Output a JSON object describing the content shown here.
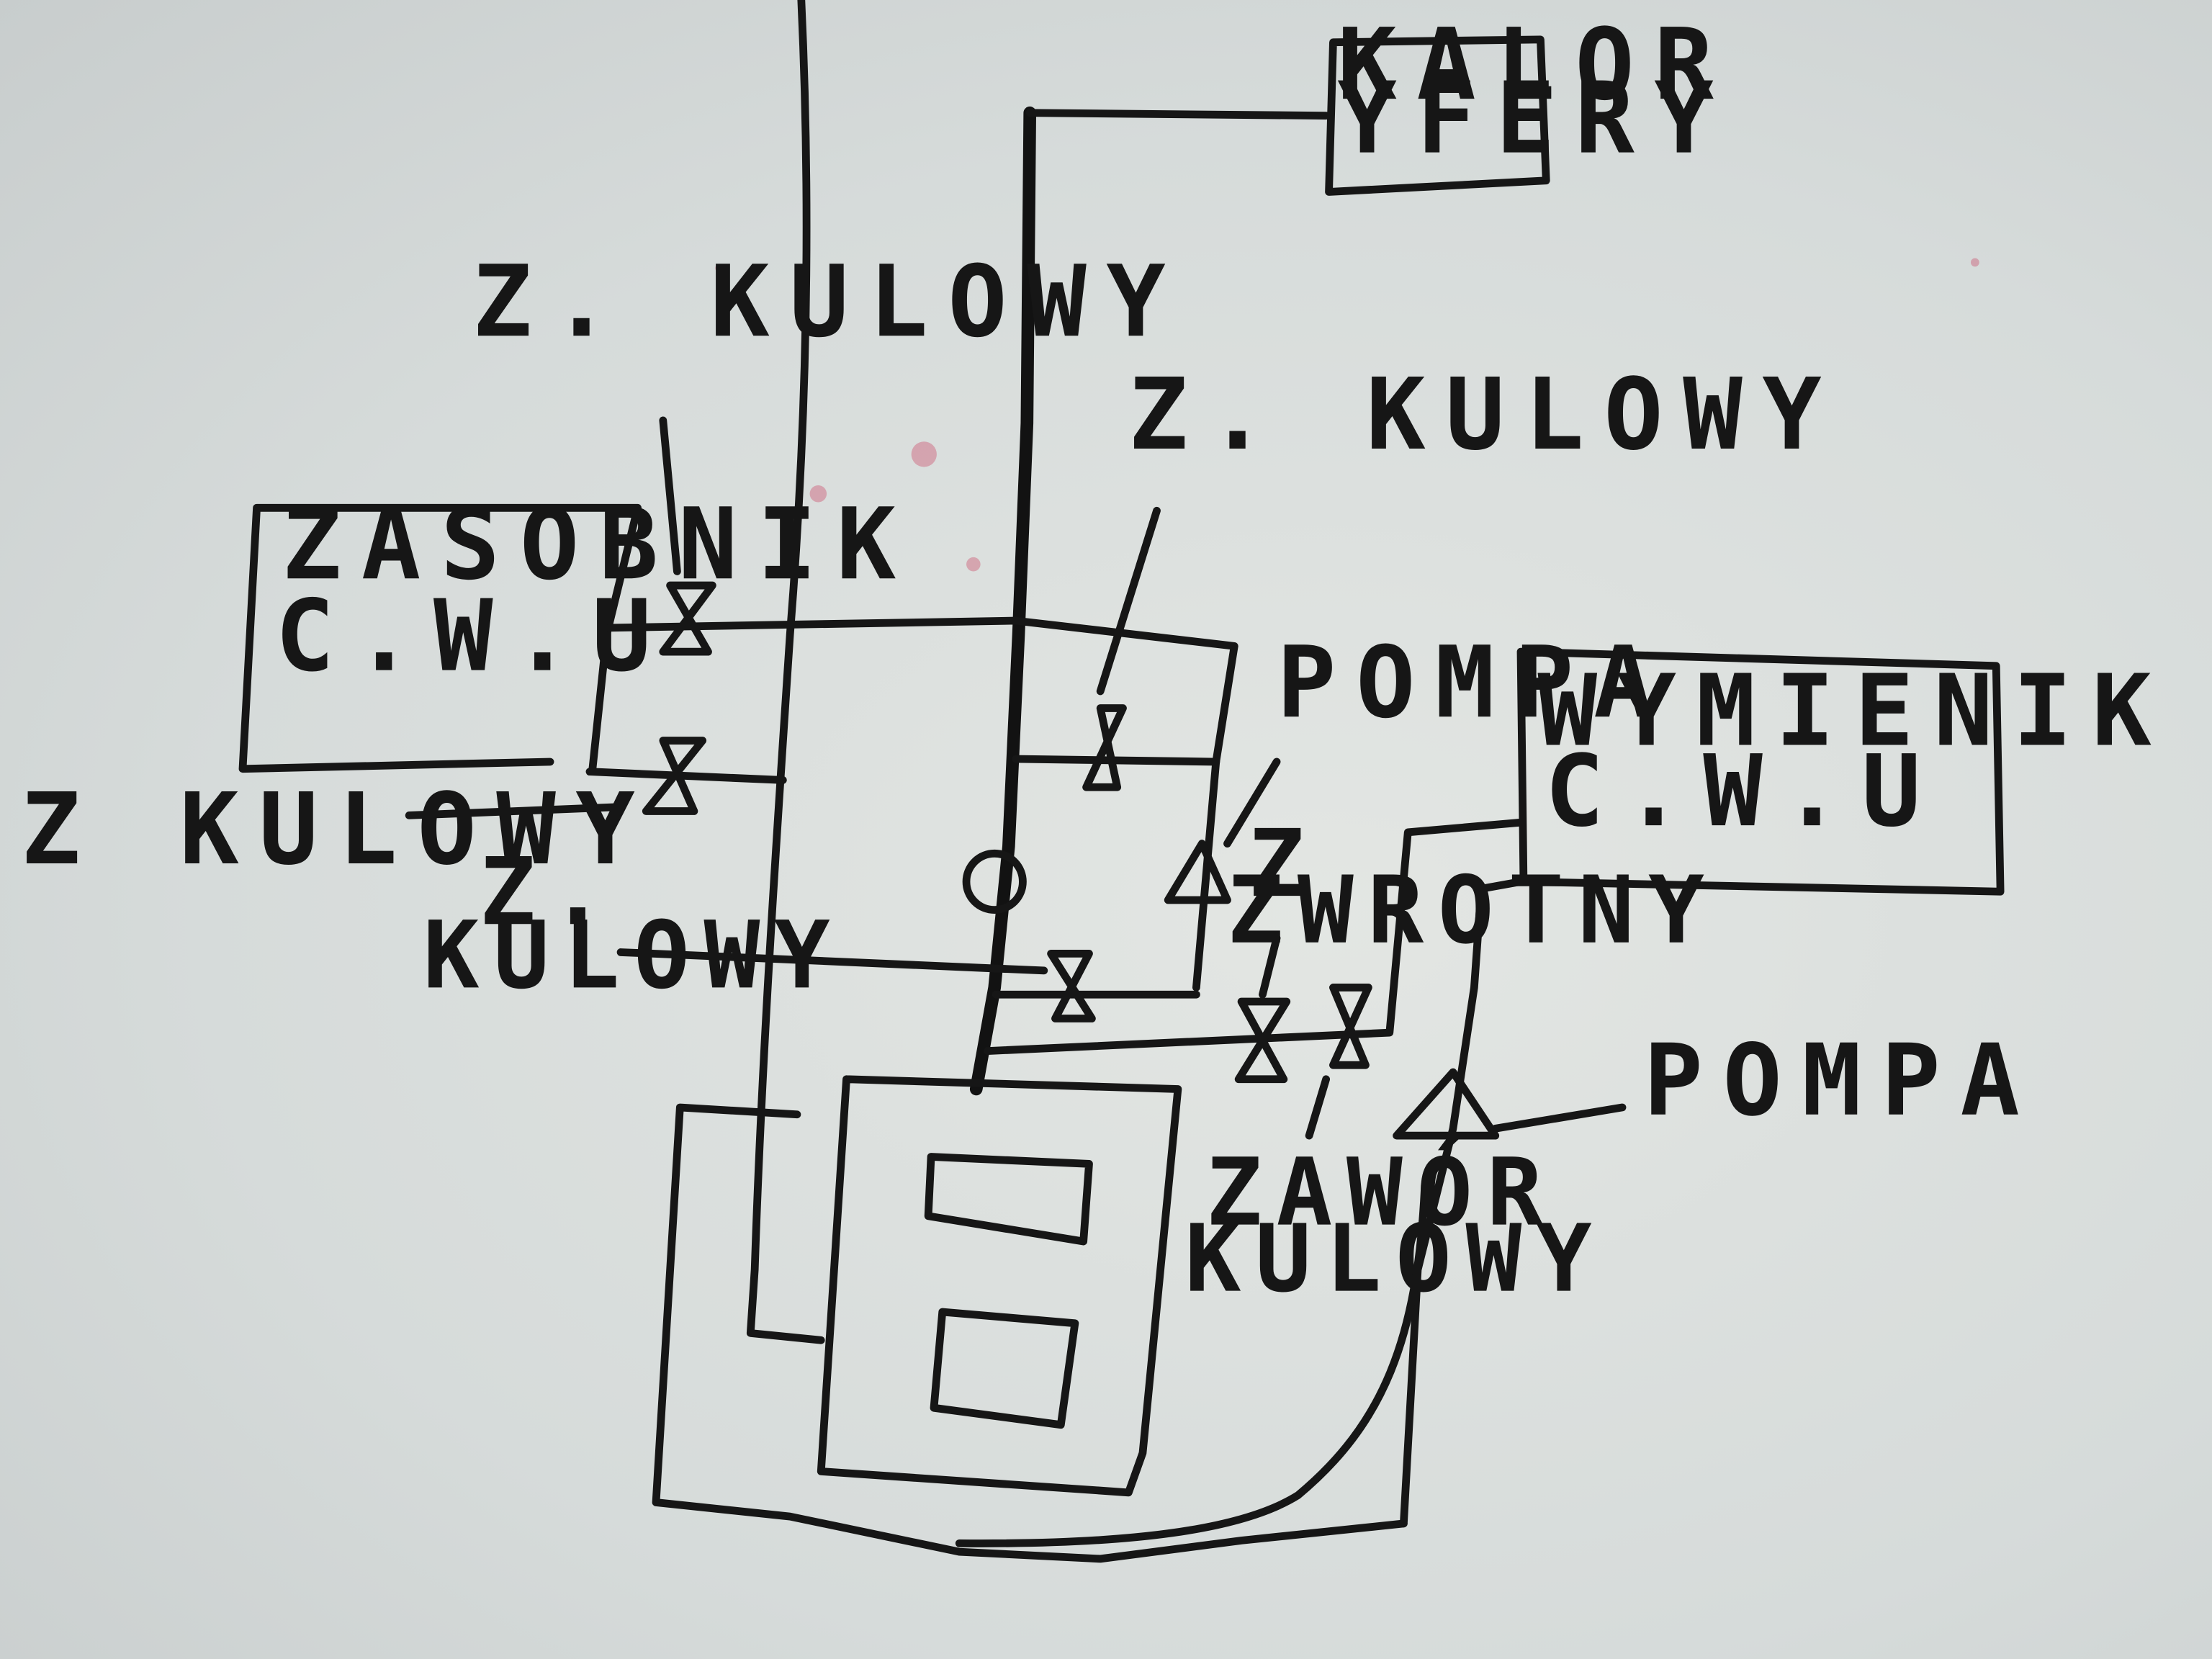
{
  "labels": {
    "kaloryfery_line1": "KALOR",
    "kaloryfery_line2": "YFERY",
    "zasobnik_line1": "ZASOBNIK",
    "zasobnik_line2": "C.W.U",
    "wymiennik_line1": "WYMIENIK",
    "wymiennik_line2": "C.W.U",
    "valve_top_left": "Z. KULOWY",
    "valve_top_right": "Z. KULOWY",
    "valve_left": "Z KULOWY",
    "valve_middle_line1": "Z.",
    "valve_middle_line2": "KULOWY",
    "pump_upper": "POMPA",
    "pump_lower": "POMPA",
    "check_valve_line1": "Z",
    "check_valve_line2": "ZWROTNY",
    "valve_bottom_line1": "ZAWÓR",
    "valve_bottom_line2": "KULOWY"
  },
  "colors": {
    "ink": "#161616",
    "paper": "#d9dedd",
    "stain": "#c8375a"
  }
}
